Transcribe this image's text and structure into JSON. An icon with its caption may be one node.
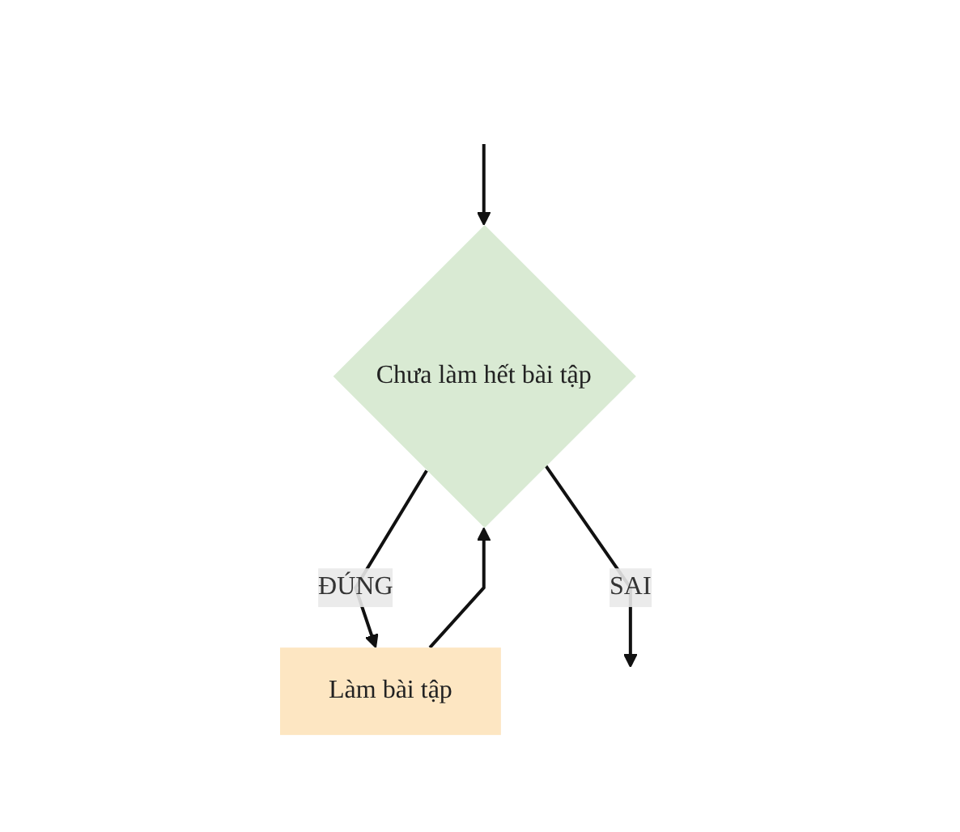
{
  "diagram": {
    "nodes": [
      {
        "text": [
          "Chưa làm hết bài tập"
        ]
      },
      {
        "text": [
          "Làm bài tập"
        ]
      }
    ],
    "edges": [
      {
        "from": null,
        "to": 0,
        "arrow": "to"
      },
      {
        "from": 0,
        "to": 1,
        "label": "ĐÚNG",
        "arrow": "to"
      },
      {
        "from": 0,
        "to": null,
        "label": "SAI",
        "arrow": "to"
      },
      {
        "from": 1,
        "to": 0,
        "arrow": "to"
      }
    ]
  }
}
